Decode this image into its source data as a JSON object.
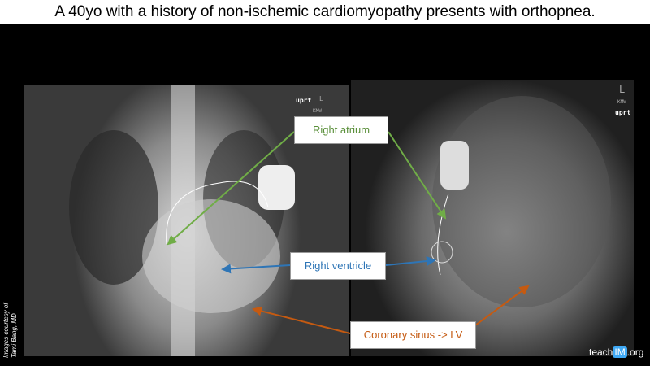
{
  "title": "A 40yo with a history of non-ischemic cardiomyopathy presents with orthopnea.",
  "images": {
    "frontal": {
      "markers": [
        "uprt",
        "L",
        "KMW"
      ]
    },
    "lateral": {
      "markers": [
        "L",
        "KMW",
        "uprt"
      ]
    }
  },
  "labels": {
    "right_atrium": {
      "text": "Right atrium",
      "color": "#5a8f3a"
    },
    "right_ventricle": {
      "text": "Right ventricle",
      "color": "#2e75b6"
    },
    "coronary_sinus": {
      "text": "Coronary sinus -> LV",
      "color": "#c55a11"
    }
  },
  "credit": {
    "line1": "Images courtesy of",
    "line2": "Tami Bang, MD"
  },
  "logo": {
    "pre": "teach",
    "mid": "IM",
    "post": ".org",
    "accent": "#3fa9f5"
  }
}
